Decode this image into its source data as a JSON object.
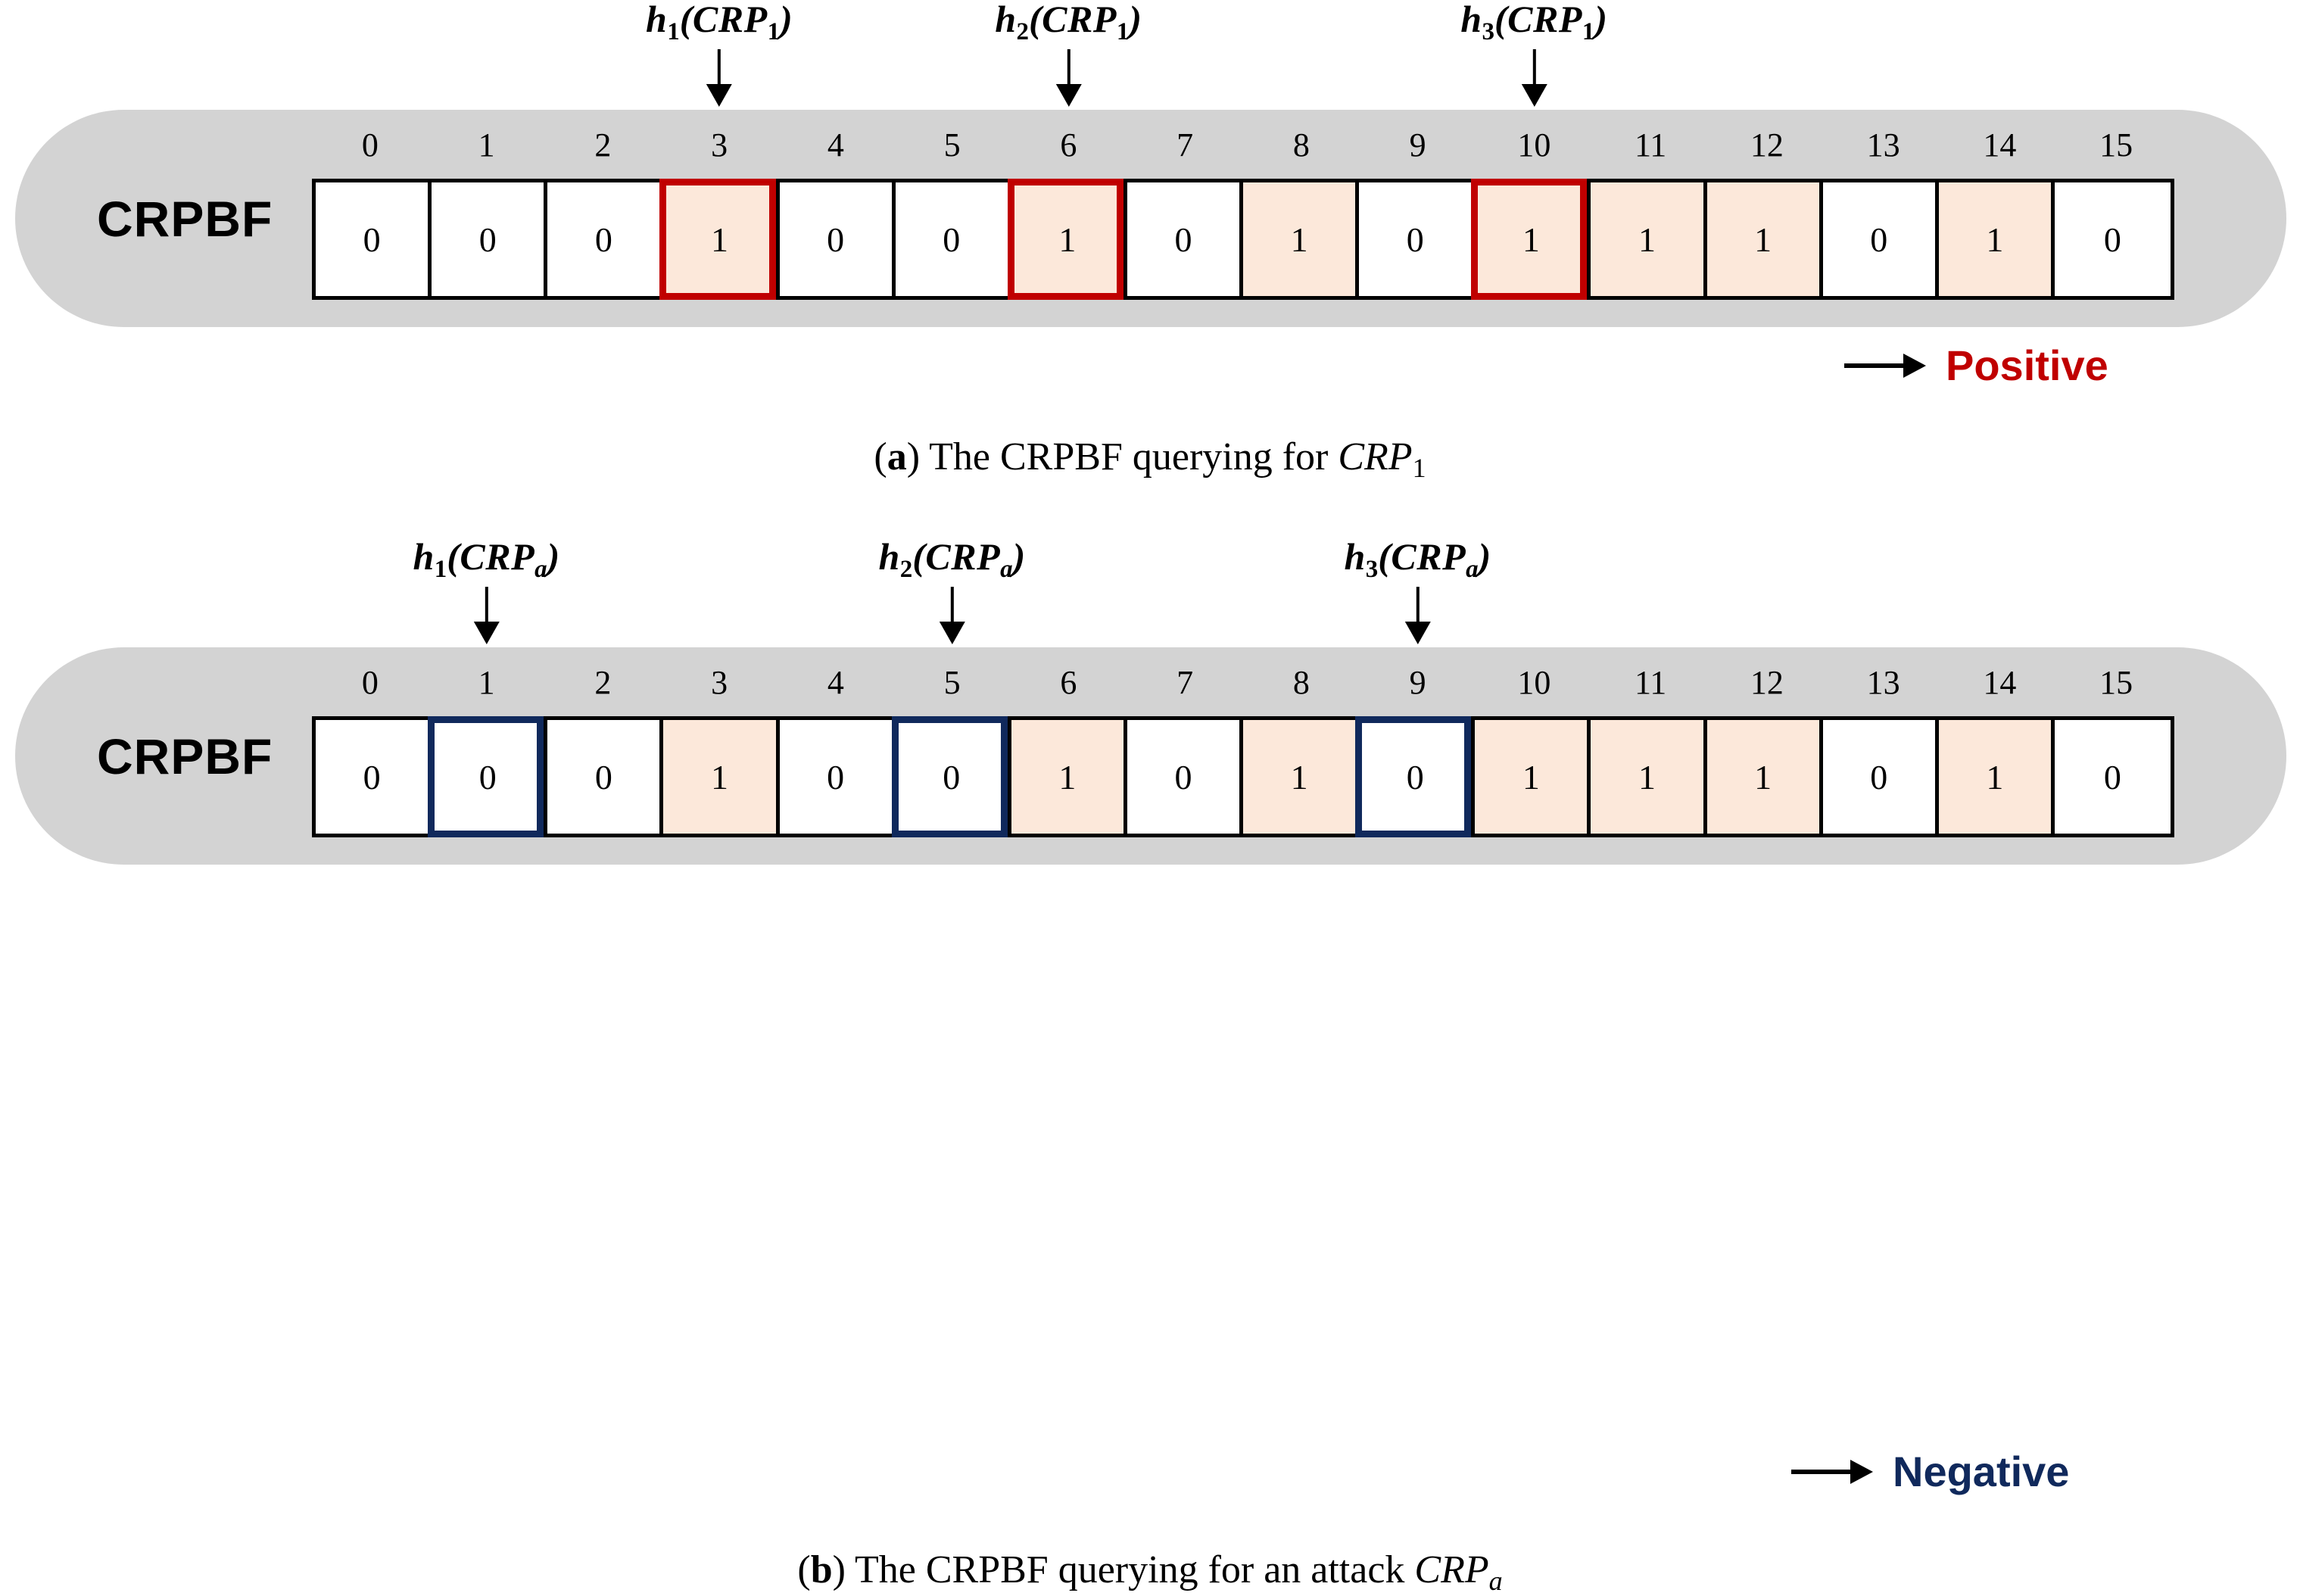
{
  "figures": [
    {
      "id": "fig-a",
      "panel_label": "CRPBF",
      "indices": [
        "0",
        "1",
        "2",
        "3",
        "4",
        "5",
        "6",
        "7",
        "8",
        "9",
        "10",
        "11",
        "12",
        "13",
        "14",
        "15"
      ],
      "bits": [
        "0",
        "0",
        "0",
        "1",
        "0",
        "0",
        "1",
        "0",
        "1",
        "0",
        "1",
        "1",
        "1",
        "0",
        "1",
        "0"
      ],
      "highlight_color": "#c00000",
      "highlight_indices": [
        3,
        6,
        10
      ],
      "hash_labels": [
        {
          "fn": "h",
          "fn_sub": "1",
          "arg": "CRP",
          "arg_sub": "1",
          "arg_sub_italic": false,
          "target_index": 3
        },
        {
          "fn": "h",
          "fn_sub": "2",
          "arg": "CRP",
          "arg_sub": "1",
          "arg_sub_italic": false,
          "target_index": 6
        },
        {
          "fn": "h",
          "fn_sub": "3",
          "arg": "CRP",
          "arg_sub": "1",
          "arg_sub_italic": false,
          "target_index": 10
        }
      ],
      "verdict": {
        "text": "Positive",
        "color": "#c00000"
      },
      "caption": {
        "letter": "a",
        "prefix": "(",
        "mid": ") The CRPBF querying for ",
        "math": "CRP",
        "math_sub": "1",
        "math_sub_italic": false,
        "suffix": ""
      }
    },
    {
      "id": "fig-b",
      "panel_label": "CRPBF",
      "indices": [
        "0",
        "1",
        "2",
        "3",
        "4",
        "5",
        "6",
        "7",
        "8",
        "9",
        "10",
        "11",
        "12",
        "13",
        "14",
        "15"
      ],
      "bits": [
        "0",
        "0",
        "0",
        "1",
        "0",
        "0",
        "1",
        "0",
        "1",
        "0",
        "1",
        "1",
        "1",
        "0",
        "1",
        "0"
      ],
      "highlight_color": "#10295c",
      "highlight_indices": [
        1,
        5,
        9
      ],
      "hash_labels": [
        {
          "fn": "h",
          "fn_sub": "1",
          "arg": "CRP",
          "arg_sub": "a",
          "arg_sub_italic": true,
          "target_index": 1
        },
        {
          "fn": "h",
          "fn_sub": "2",
          "arg": "CRP",
          "arg_sub": "a",
          "arg_sub_italic": true,
          "target_index": 5
        },
        {
          "fn": "h",
          "fn_sub": "3",
          "arg": "CRP",
          "arg_sub": "a",
          "arg_sub_italic": true,
          "target_index": 9
        }
      ],
      "verdict": {
        "text": "Negative",
        "color": "#10295c"
      },
      "caption": {
        "letter": "b",
        "prefix": "(",
        "mid": ") The CRPBF querying for an attack ",
        "math": "CRP",
        "math_sub": "a",
        "math_sub_italic": true,
        "suffix": ""
      }
    }
  ],
  "colors": {
    "panel_background": "#d3d3d3",
    "cell_set_fill": "#fce8da",
    "cell_border": "#000000",
    "red_highlight": "#c00000",
    "navy_highlight": "#10295c"
  }
}
